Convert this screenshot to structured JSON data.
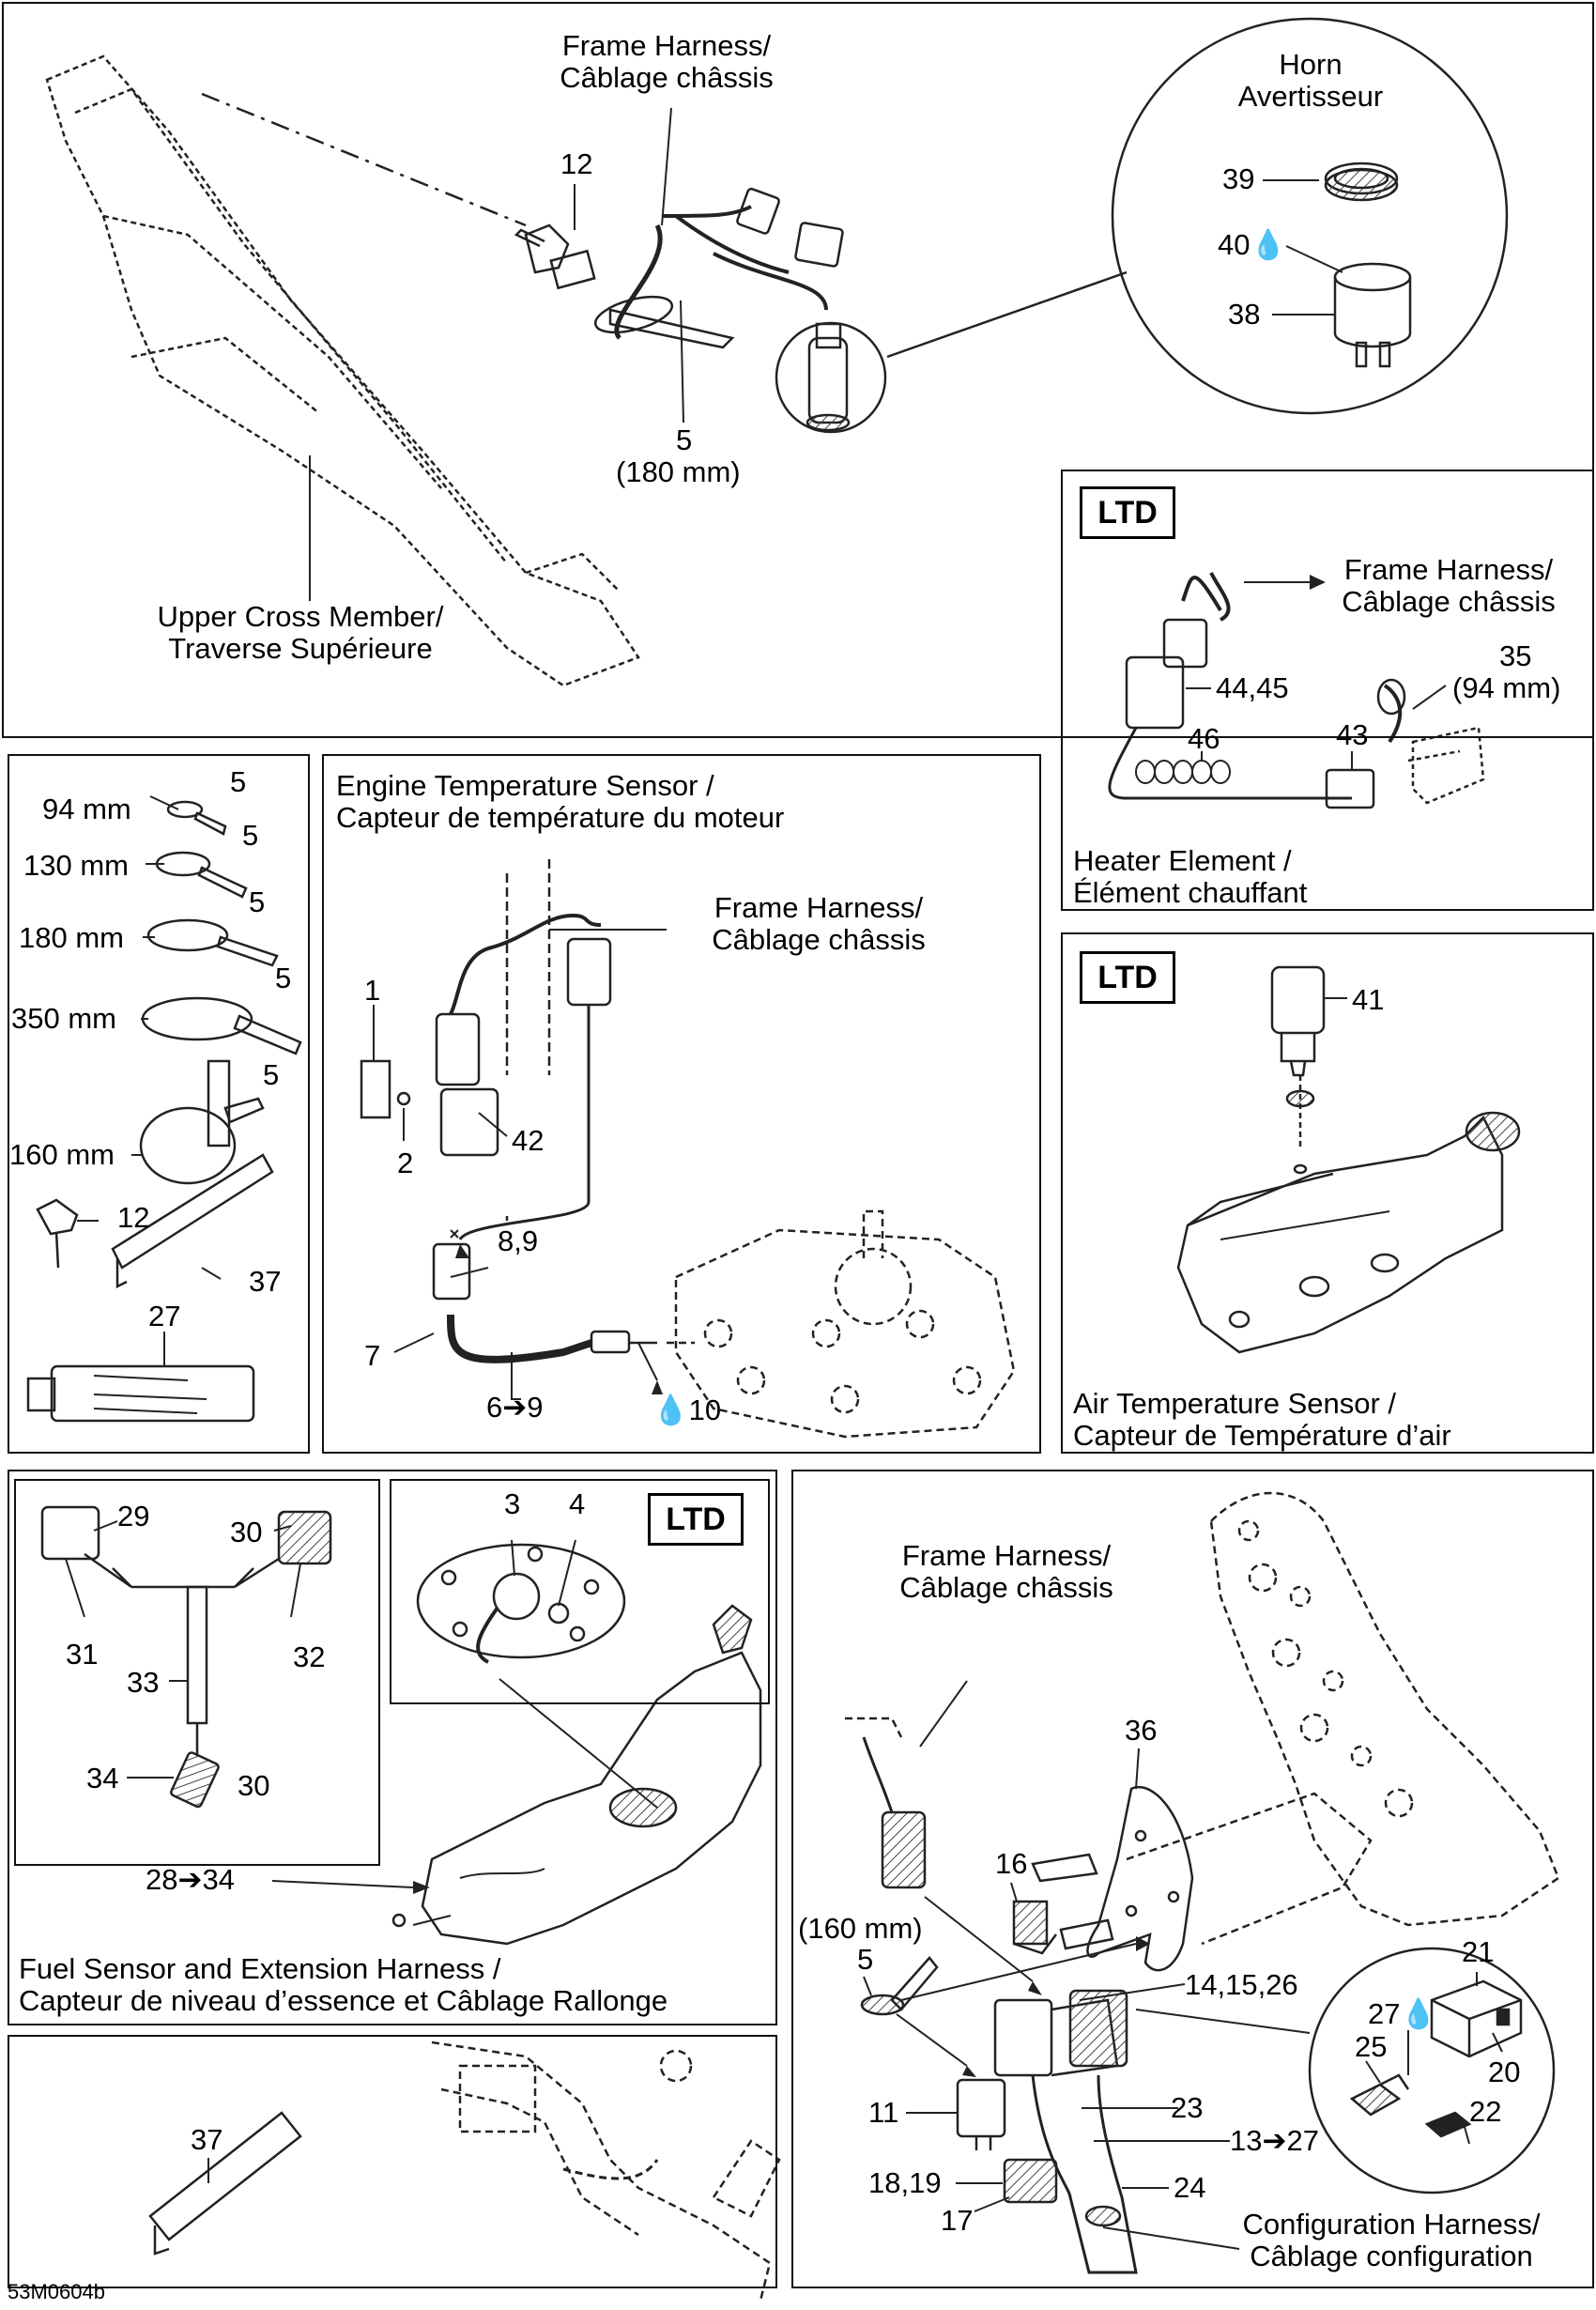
{
  "panels": {
    "main": {
      "frame_harness": [
        "Frame Harness/",
        "Câblage châssis"
      ],
      "upper_cross_member": [
        "Upper Cross Member/",
        "Traverse Supérieure"
      ],
      "horn": [
        "Horn",
        "Avertisseur"
      ],
      "n12": "12",
      "n5": "5",
      "n5_size": "(180 mm)",
      "n39": "39",
      "n40": "40",
      "n38": "38"
    },
    "heater": {
      "ltd": "LTD",
      "frame_harness": [
        "Frame Harness/",
        "Câblage châssis"
      ],
      "n44_45": "44,45",
      "n35": "35",
      "n35_size": "(94 mm)",
      "n46": "46",
      "n43": "43",
      "title": [
        "Heater Element /",
        "Élément chauffant"
      ]
    },
    "ties": {
      "rows": [
        {
          "size": "94 mm",
          "num": "5"
        },
        {
          "size": "130 mm",
          "num": "5"
        },
        {
          "size": "180 mm",
          "num": "5"
        },
        {
          "size": "350 mm",
          "num": "5"
        },
        {
          "size": "160 mm",
          "num": "5"
        }
      ],
      "n12": "12",
      "n37": "37",
      "n27": "27"
    },
    "engine_temp": {
      "title": [
        "Engine Temperature Sensor /",
        "Capteur de température du moteur"
      ],
      "frame_harness": [
        "Frame Harness/",
        "Câblage châssis"
      ],
      "n1": "1",
      "n2": "2",
      "n42": "42",
      "n8_9": "8,9",
      "n7": "7",
      "n6_9": "6➔9",
      "n10": "10"
    },
    "air_temp": {
      "ltd": "LTD",
      "n41": "41",
      "title": [
        "Air Temperature Sensor /",
        "Capteur de Température d’air"
      ]
    },
    "fuel": {
      "ltd": "LTD",
      "n29": "29",
      "n30a": "30",
      "n31": "31",
      "n32": "32",
      "n33": "33",
      "n34": "34",
      "n30b": "30",
      "n3": "3",
      "n4": "4",
      "n28_34": "28➔34",
      "title": [
        "Fuel Sensor and Extension Harness /",
        "Capteur de niveau d’essence et Câblage Rallonge"
      ]
    },
    "edge": {
      "n37": "37"
    },
    "config": {
      "frame_harness": [
        "Frame Harness/",
        "Câblage châssis"
      ],
      "n36": "36",
      "n16": "16",
      "size160": "(160 mm)",
      "n5": "5",
      "n14_15_26": "14,15,26",
      "n21": "21",
      "n27": "27",
      "n25": "25",
      "n20": "20",
      "n22": "22",
      "n11": "11",
      "n23": "23",
      "n13_27": "13➔27",
      "n18_19": "18,19",
      "n17": "17",
      "n24": "24",
      "title": [
        "Configuration Harness/",
        "Câblage configuration"
      ]
    }
  },
  "figure_code": "53M0604b"
}
